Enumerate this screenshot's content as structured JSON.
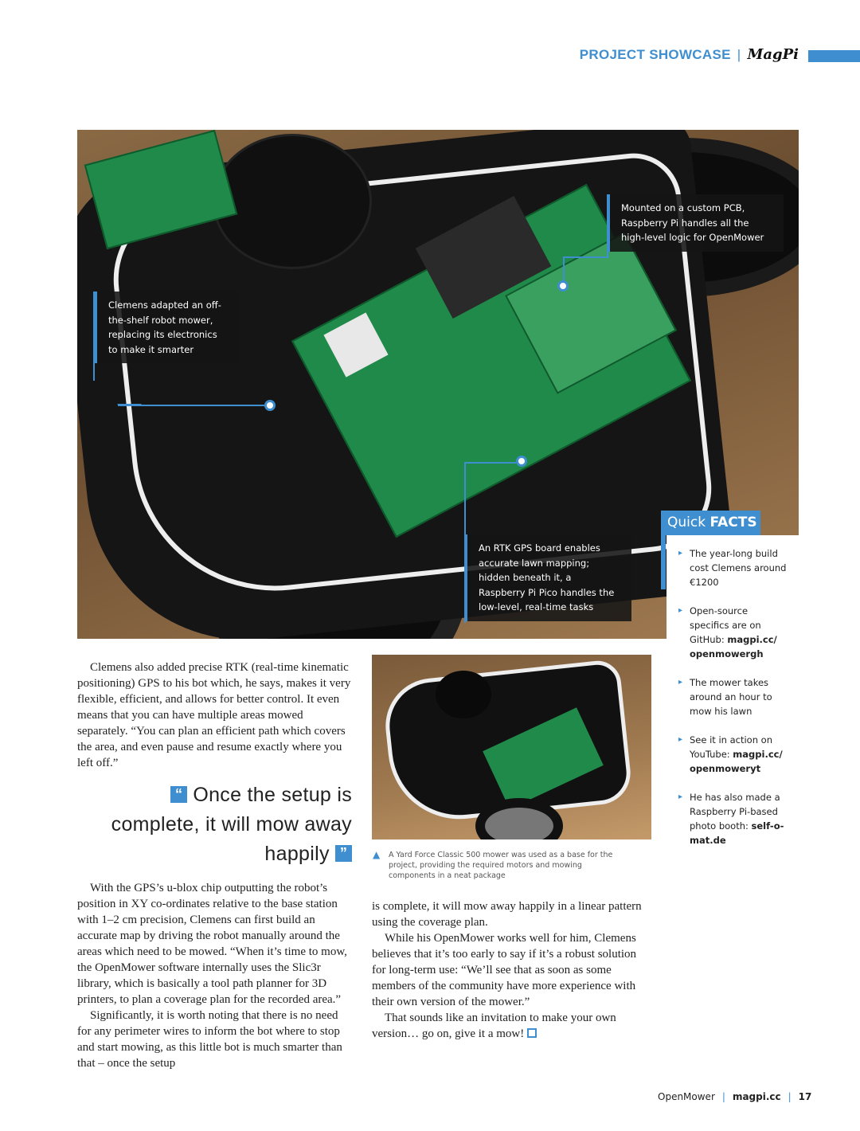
{
  "header": {
    "section": "PROJECT SHOWCASE",
    "separator": "|",
    "logo": "MagPi"
  },
  "colors": {
    "accent": "#3f8fd0"
  },
  "callouts": [
    "Mounted on a custom PCB, Raspberry Pi handles all the high-level logic for OpenMower",
    "Clemens adapted an off-the-shelf robot mower, replacing its electronics to make it smarter",
    "An RTK GPS board enables accurate lawn mapping; hidden beneath it, a Raspberry Pi Pico handles the low-level, real-time tasks"
  ],
  "quick_facts": {
    "title_light": "Quick",
    "title_bold": "FACTS",
    "items": [
      {
        "text": "The year-long build cost Clemens around €1200",
        "bold": ""
      },
      {
        "text": "Open-source specifics are on GitHub: ",
        "bold": "magpi.cc/ openmowergh"
      },
      {
        "text": "The mower takes around an hour to mow his lawn",
        "bold": ""
      },
      {
        "text": "See it in action on YouTube: ",
        "bold": "magpi.cc/ openmoweryt"
      },
      {
        "text": "He has also made a Raspberry Pi-based photo booth: ",
        "bold": "self-o-mat.de"
      }
    ]
  },
  "article": {
    "p1": "Clemens also added precise RTK (real-time kinematic positioning) GPS to his bot which, he says, makes it very flexible, efficient, and allows for better control. It even means that you can have multiple areas mowed separately. “You can plan an efficient path which covers the area, and even pause and resume exactly where you left off.”",
    "pull_quote": "Once the setup is complete, it will mow away happily",
    "p2": "With the GPS’s u-blox chip outputting the robot’s position in XY co-ordinates relative to the base station with 1–2 cm precision, Clemens can first build an accurate map by driving the robot manually around the areas which need to be mowed. “When it’s time to mow, the OpenMower software internally uses the Slic3r library, which is basically a tool path planner for 3D printers, to plan a coverage plan for the recorded area.”",
    "p3": "Significantly, it is worth noting that there is no need for any perimeter wires to inform the bot where to stop and start mowing, as this little bot is much smarter than that – once the setup",
    "p4": "is complete, it will mow away happily in a linear pattern using the coverage plan.",
    "p5": "While his OpenMower works well for him, Clemens believes that it’s too early to say if it’s a robust solution for long-term use: “We’ll see that as soon as some members of the community have more experience with their own version of the mower.”",
    "p6": "That sounds like an invitation to make your own version… go on, give it a mow!"
  },
  "caption": "A Yard Force Classic 500 mower was used as a base for the project, providing the required motors and mowing components in a neat package",
  "footer": {
    "title": "OpenMower",
    "site": "magpi.cc",
    "page": "17"
  }
}
